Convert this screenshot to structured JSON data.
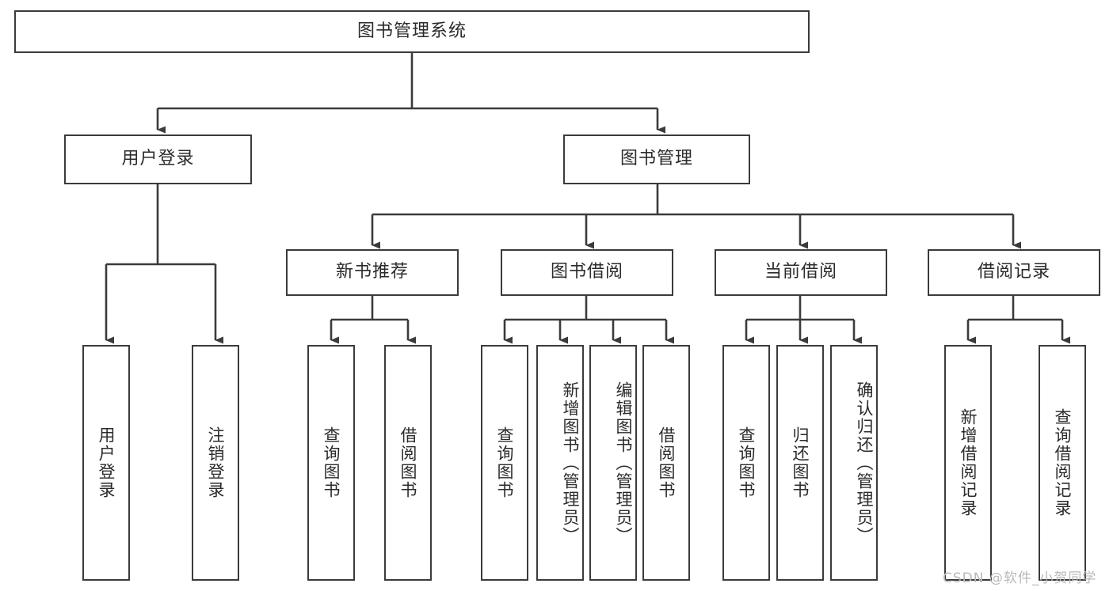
{
  "diagram": {
    "title": "图书管理系统",
    "type": "tree-hierarchy-diagram",
    "colors": {
      "box_border": "#3b3b3b",
      "box_fill": "#ffffff",
      "connector": "#3b3b3b",
      "text": "#2b2b2b",
      "watermark": "#b9b9b9",
      "background": "#ffffff"
    },
    "root": {
      "label": "图书管理系统"
    },
    "level2": [
      {
        "label": "用户登录"
      },
      {
        "label": "图书管理"
      }
    ],
    "level3": [
      {
        "label": "新书推荐"
      },
      {
        "label": "图书借阅"
      },
      {
        "label": "当前借阅"
      },
      {
        "label": "借阅记录"
      }
    ],
    "leaves_user_login": [
      {
        "label": "用户登录"
      },
      {
        "label": "注销登录"
      }
    ],
    "leaves_new_book": [
      {
        "label": "查询图书"
      },
      {
        "label": "借阅图书"
      }
    ],
    "leaves_borrow": [
      {
        "label": "查询图书"
      },
      {
        "label": "新增图书（管理员）"
      },
      {
        "label": "编辑图书（管理员）"
      },
      {
        "label": "借阅图书"
      }
    ],
    "leaves_current": [
      {
        "label": "查询图书"
      },
      {
        "label": "归还图书"
      },
      {
        "label": "确认归还（管理员）"
      }
    ],
    "leaves_records": [
      {
        "label": "新增借阅记录"
      },
      {
        "label": "查询借阅记录"
      }
    ]
  },
  "watermark": {
    "text": "CSDN @软件_小贺同学"
  }
}
